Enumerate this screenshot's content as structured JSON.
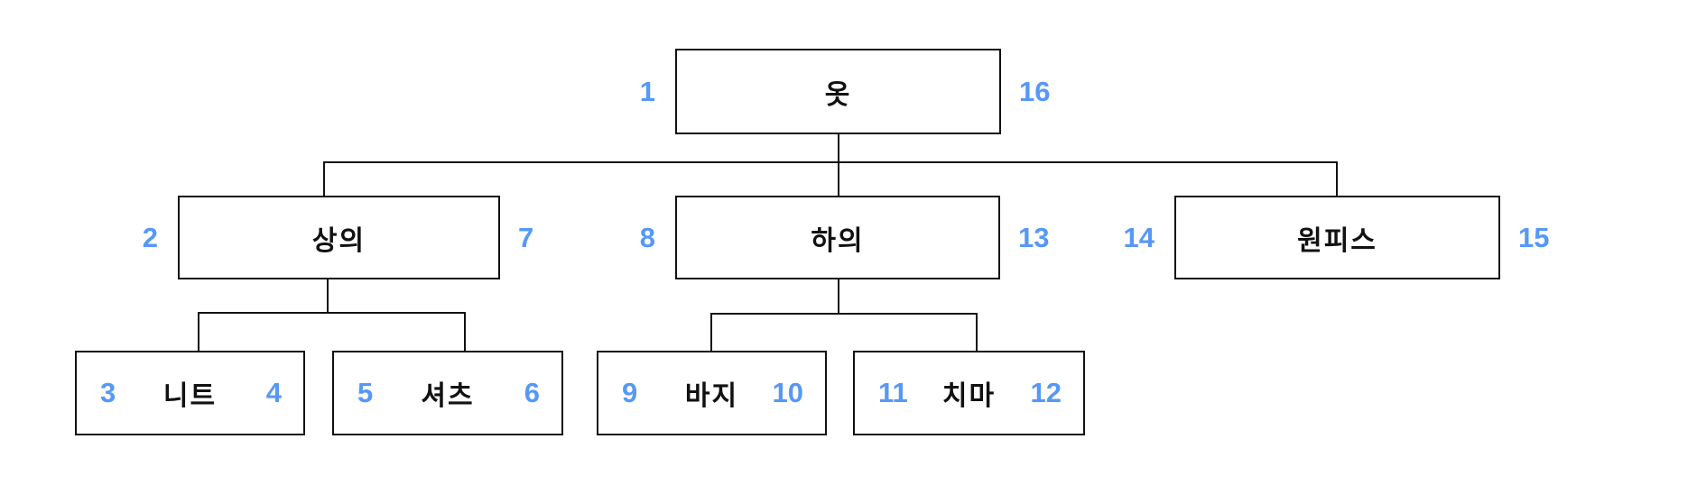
{
  "diagram": {
    "type": "tree-diagram",
    "model": "nested-set",
    "colors": {
      "number_blue": "#5598F7",
      "line_black": "#111111",
      "background": "#ffffff"
    },
    "nodes": [
      {
        "id": "clothes",
        "label": "옷",
        "left_num": "1",
        "right_num": "16",
        "level": 0,
        "numbers_placement": "outside"
      },
      {
        "id": "tops",
        "label": "상의",
        "left_num": "2",
        "right_num": "7",
        "level": 1,
        "numbers_placement": "outside"
      },
      {
        "id": "bottoms",
        "label": "하의",
        "left_num": "8",
        "right_num": "13",
        "level": 1,
        "numbers_placement": "outside"
      },
      {
        "id": "dress",
        "label": "원피스",
        "left_num": "14",
        "right_num": "15",
        "level": 1,
        "numbers_placement": "outside"
      },
      {
        "id": "knit",
        "label": "니트",
        "left_num": "3",
        "right_num": "4",
        "level": 2,
        "numbers_placement": "inside"
      },
      {
        "id": "shirts",
        "label": "셔츠",
        "left_num": "5",
        "right_num": "6",
        "level": 2,
        "numbers_placement": "inside"
      },
      {
        "id": "pants",
        "label": "바지",
        "left_num": "9",
        "right_num": "10",
        "level": 2,
        "numbers_placement": "inside"
      },
      {
        "id": "skirt",
        "label": "치마",
        "left_num": "11",
        "right_num": "12",
        "level": 2,
        "numbers_placement": "inside"
      }
    ],
    "edges": [
      {
        "parent": "옷",
        "child": "상의"
      },
      {
        "parent": "옷",
        "child": "하의"
      },
      {
        "parent": "옷",
        "child": "원피스"
      },
      {
        "parent": "상의",
        "child": "니트"
      },
      {
        "parent": "상의",
        "child": "셔츠"
      },
      {
        "parent": "하의",
        "child": "바지"
      },
      {
        "parent": "하의",
        "child": "치마"
      }
    ]
  }
}
